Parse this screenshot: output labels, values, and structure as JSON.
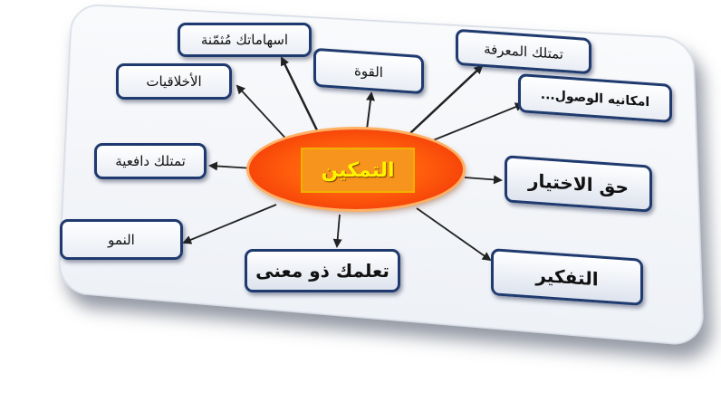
{
  "center": {
    "label": "التمكين"
  },
  "nodes": {
    "contributions": "اسهاماتك مُثمّنة",
    "ethics": "الأخلاقيات",
    "power": "القوة",
    "knowledge": "تمتلك المعرفة",
    "access": "امكانيه الوصول...",
    "motivation": "تمتلك دافعية",
    "choice": "حق الاختيار",
    "growth": "النمو",
    "meaningful_learning": "تعلمك ذو معنى",
    "thinking": "التفكير"
  },
  "colors": {
    "center_fill": "#ff5d0c",
    "center_label_bg": "#f7941d",
    "center_label_text": "#fff400",
    "node_border": "#1f3a6e",
    "arrow": "#222222"
  }
}
